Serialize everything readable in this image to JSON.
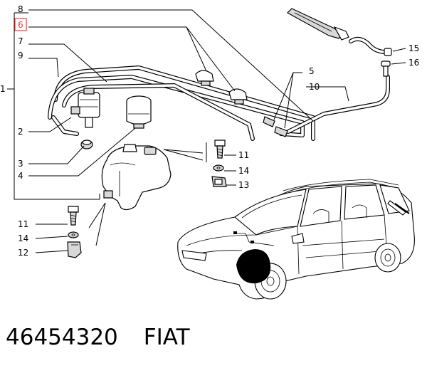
{
  "callouts": {
    "c1": "1",
    "c2": "2",
    "c3": "3",
    "c4": "4",
    "c5": "5",
    "c6": "6",
    "c7": "7",
    "c8": "8",
    "c9": "9",
    "c10": "10",
    "c11a": "11",
    "c11b": "11",
    "c12": "12",
    "c13": "13",
    "c14a": "14",
    "c14b": "14",
    "c15": "15",
    "c16": "16"
  },
  "highlight": {
    "callout": "6",
    "color": "#e83a3a"
  },
  "footer": {
    "part_number": "46454320",
    "brand": "FIAT"
  }
}
